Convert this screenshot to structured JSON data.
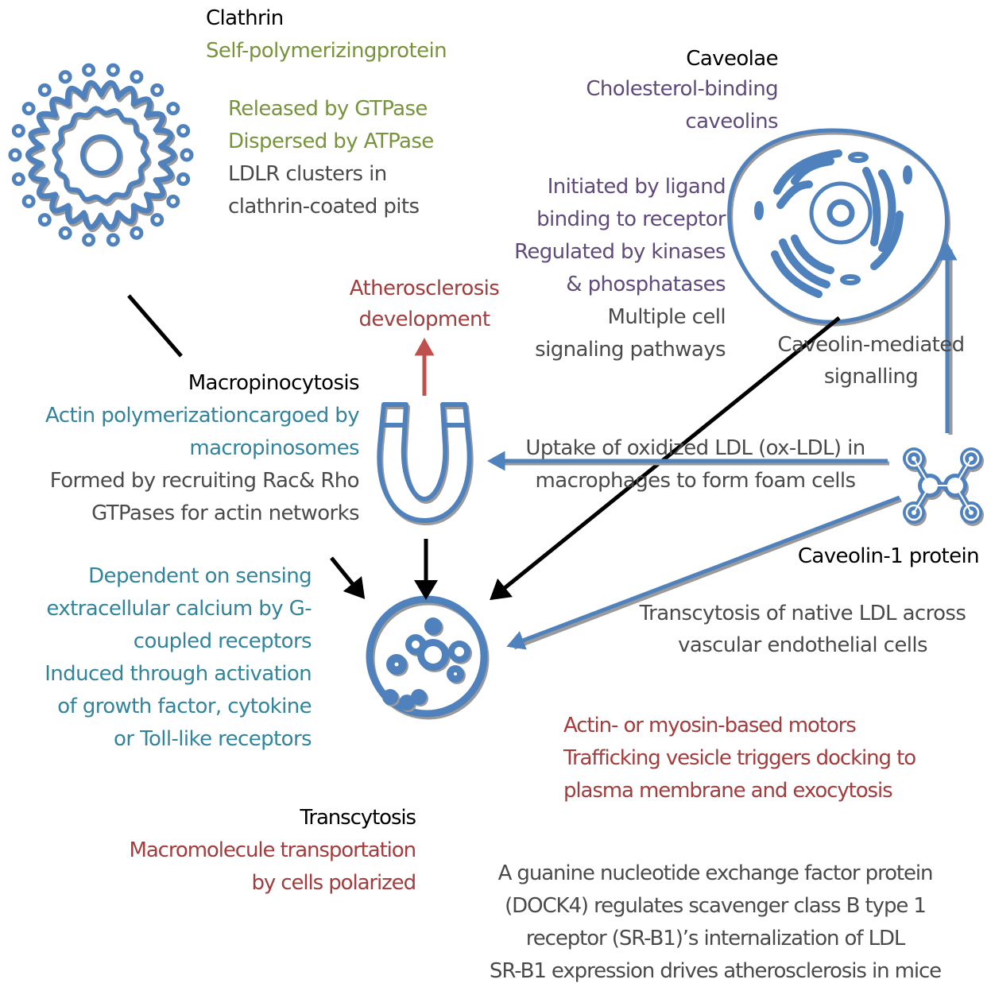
{
  "colors": {
    "icon_blue": "#4f81bd",
    "shadow_gray": "#9a9a9a",
    "arrow_black": "#000000",
    "arrow_red": "#c0504d",
    "text_black": "#000000",
    "text_green": "#77933c",
    "text_gray": "#4a4a4a",
    "text_purple": "#604a7b",
    "text_red": "#a33c3c",
    "text_teal": "#31849b"
  },
  "icons": {
    "clathrin": "virus-icon",
    "caveolae": "cell-icon",
    "macropinocytosis": "magnet-icon",
    "caveolin": "molecule-icon",
    "transcytosis": "vesicle-icon"
  },
  "clathrin": {
    "title": "Clathrin",
    "subtitle": "Self-polymerizingprotein",
    "lines_green": [
      "Released by GTPase",
      "Dispersed by ATPase"
    ],
    "lines_gray": [
      "LDLR clusters in",
      "clathrin-coated pits"
    ]
  },
  "caveolae": {
    "title": "Caveolae",
    "subtitle_lines": [
      "Cholesterol-binding",
      "caveolins"
    ],
    "lines_purple": [
      "Initiated by ligand",
      "binding to receptor",
      "Regulated by kinases",
      "& phosphatases"
    ],
    "lines_gray": [
      "Multiple cell",
      "signaling pathways"
    ]
  },
  "atherosclerosis": {
    "lines": [
      "Atherosclerosis",
      "development"
    ]
  },
  "caveolin_signalling": {
    "lines": [
      "Caveolin-mediated",
      "signalling"
    ]
  },
  "macropinocytosis": {
    "title": "Macropinocytosis",
    "lines_teal": [
      "Actin polymerizationcargoed by",
      "macropinosomes"
    ],
    "lines_gray": [
      "Formed by recruiting Rac& Rho",
      "GTPases for actin networks"
    ]
  },
  "uptake": {
    "lines": [
      "Uptake of oxidized LDL (ox-LDL) in",
      "macrophages to form foam cells"
    ]
  },
  "caveolin1": {
    "title": "Caveolin-1 protein"
  },
  "transcytosis_native": {
    "lines": [
      "Transcytosis of native LDL across",
      "vascular endothelial cells"
    ]
  },
  "calcium": {
    "lines": [
      "Dependent on sensing",
      "extracellular calcium by G-",
      "coupled receptors",
      "Induced through activation",
      "of growth factor, cytokine",
      "or Toll-like receptors"
    ]
  },
  "motors": {
    "lines": [
      "Actin- or myosin-based motors",
      "Trafficking vesicle triggers docking to",
      "plasma membrane and exocytosis"
    ]
  },
  "transcytosis": {
    "title": "Transcytosis",
    "lines_red": [
      "Macromolecule transportation",
      "by cells polarized"
    ]
  },
  "dock4": {
    "lines": [
      "A guanine nucleotide exchange factor protein",
      "(DOCK4) regulates scavenger class B type 1",
      "receptor (SR-B1)’s internalization of LDL",
      "SR-B1 expression drives atherosclerosis in mice"
    ]
  }
}
